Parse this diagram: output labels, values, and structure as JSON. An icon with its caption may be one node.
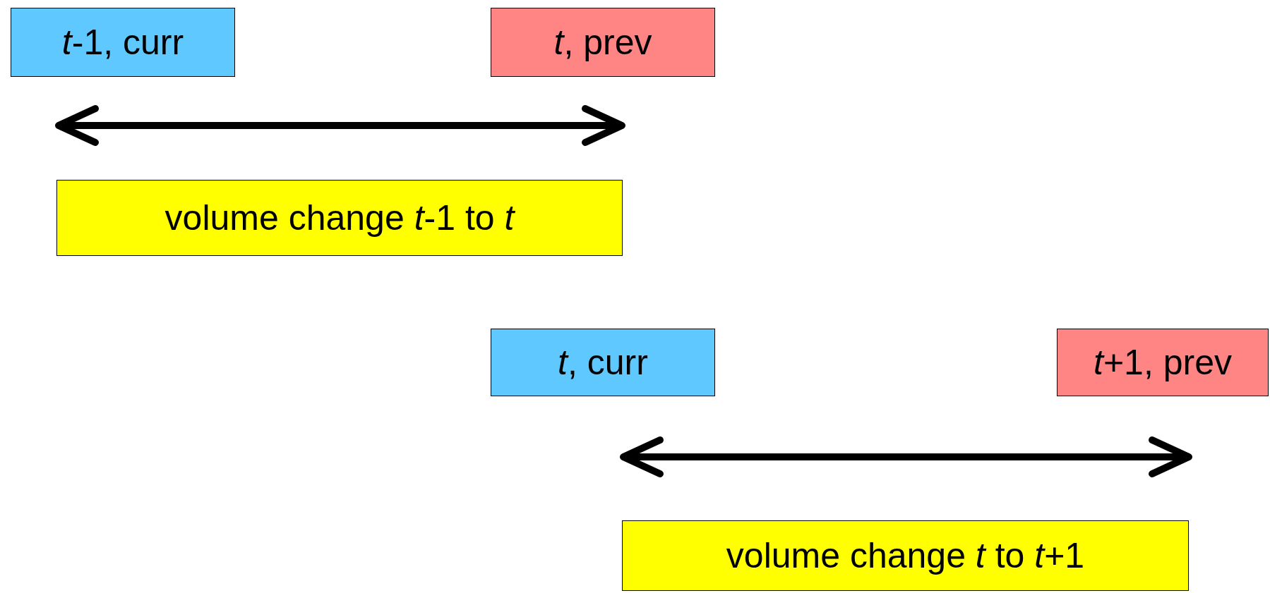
{
  "diagram": {
    "nodes": [
      {
        "text": [
          "*t*-1, curr"
        ]
      },
      {
        "text": [
          "*t*, prev"
        ]
      },
      {
        "text": [
          "volume change *t*-1 to *t*"
        ]
      },
      {
        "text": [
          "*t*, curr"
        ]
      },
      {
        "text": [
          "*t*+1, prev"
        ]
      },
      {
        "text": [
          "volume change *t* to *t*+1"
        ]
      }
    ]
  }
}
